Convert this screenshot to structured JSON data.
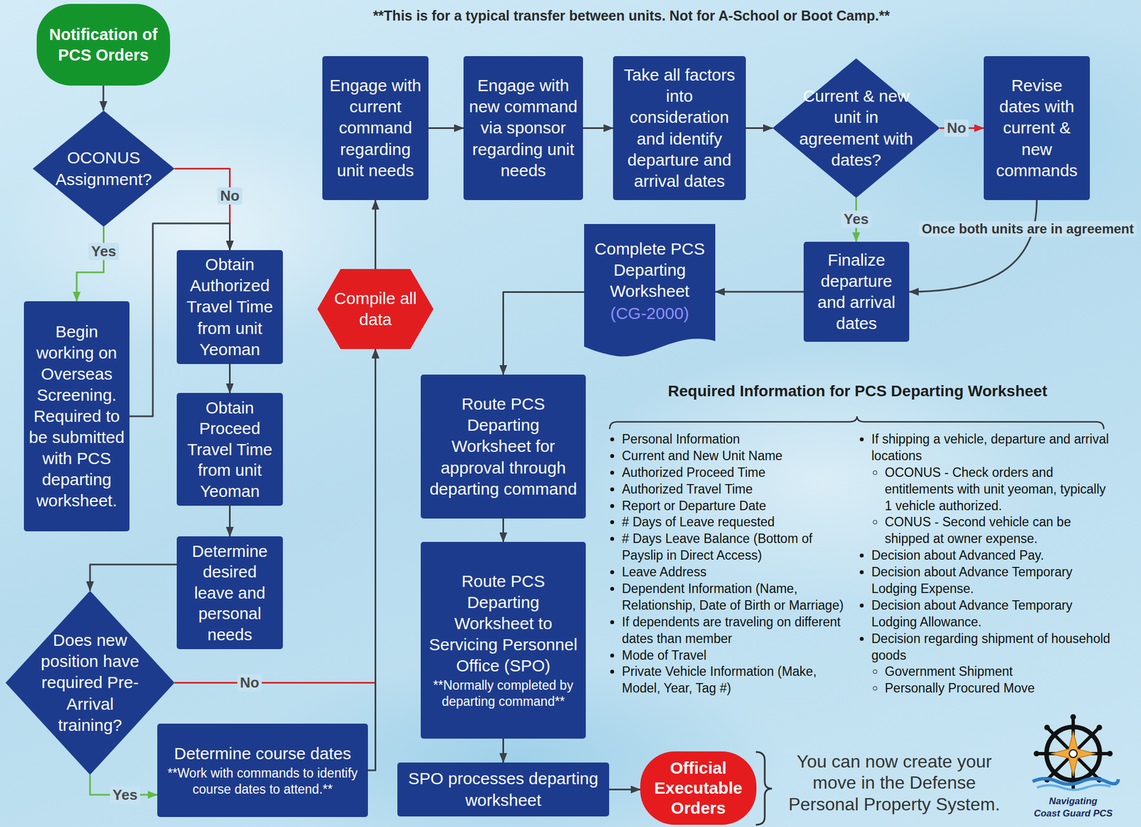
{
  "diagram": {
    "nodes": [
      {
        "text": [
          "Notification of PCS Orders"
        ]
      },
      {
        "text": [
          "OCONUS Assignment?"
        ]
      },
      {
        "text": [
          "Begin working on Overseas Screening. Required to be submitted with PCS departing worksheet."
        ]
      },
      {
        "text": [
          "Obtain Authorized Travel Time from unit Yeoman"
        ]
      },
      {
        "text": [
          "Obtain Proceed Travel Time from unit Yeoman"
        ]
      },
      {
        "text": [
          "Determine desired leave and personal needs"
        ]
      },
      {
        "text": [
          "Does new position have required Pre-Arrival training?"
        ]
      },
      {
        "text": [
          "Determine course dates",
          "**Work with commands to identify course dates to attend.**"
        ]
      },
      {
        "text": [
          "Compile all data"
        ]
      },
      {
        "text": [
          "Engage with current command regarding unit needs"
        ]
      },
      {
        "text": [
          "Engage with new command via sponsor regarding unit needs"
        ]
      },
      {
        "text": [
          "Take all factors into consideration and identify departure and arrival dates"
        ]
      },
      {
        "text": [
          "Current & new unit in agreement with dates?"
        ]
      },
      {
        "text": [
          "Revise dates with current & new commands"
        ]
      },
      {
        "text": [
          "Finalize departure and arrival dates"
        ]
      },
      {
        "text": [
          "Complete PCS Departing Worksheet",
          "(CG-2000)"
        ]
      },
      {
        "text": [
          "Route PCS Departing Worksheet for approval through departing command"
        ]
      },
      {
        "text": [
          "Route PCS Departing Worksheet to Servicing Personnel Office (SPO)",
          "**Normally completed by departing command**"
        ]
      },
      {
        "text": [
          "SPO processes departing worksheet"
        ]
      },
      {
        "text": [
          "Official Executable Orders"
        ]
      }
    ],
    "edges": [
      {
        "from": 0,
        "to": 1,
        "arrow": "to"
      },
      {
        "from": 1,
        "to": 2,
        "label": "Yes",
        "arrow": "to"
      },
      {
        "from": 1,
        "to": 3,
        "label": "No",
        "arrow": "to"
      },
      {
        "from": 2,
        "to": 3,
        "arrow": "to"
      },
      {
        "from": 3,
        "to": 4,
        "arrow": "to"
      },
      {
        "from": 4,
        "to": 5,
        "arrow": "to"
      },
      {
        "from": 5,
        "to": 6,
        "arrow": "to"
      },
      {
        "from": 6,
        "to": 7,
        "label": "Yes",
        "arrow": "to"
      },
      {
        "from": 6,
        "to": 8,
        "label": "No",
        "arrow": "to"
      },
      {
        "from": 7,
        "to": 8,
        "arrow": "to"
      },
      {
        "from": 8,
        "to": 9,
        "arrow": "to"
      },
      {
        "from": 9,
        "to": 10,
        "arrow": "to"
      },
      {
        "from": 10,
        "to": 11,
        "arrow": "to"
      },
      {
        "from": 11,
        "to": 12,
        "arrow": "to"
      },
      {
        "from": 12,
        "to": 13,
        "label": "No",
        "arrow": "to"
      },
      {
        "from": 12,
        "to": 14,
        "label": "Yes",
        "arrow": "to"
      },
      {
        "from": 13,
        "to": 14,
        "label": "Once both units are in agreement",
        "arrow": "to"
      },
      {
        "from": 14,
        "to": 15,
        "arrow": "to"
      },
      {
        "from": 15,
        "to": 16,
        "arrow": "to"
      },
      {
        "from": 16,
        "to": 17,
        "arrow": "to"
      },
      {
        "from": 17,
        "to": 18,
        "arrow": "to"
      },
      {
        "from": 18,
        "to": 19,
        "arrow": "to"
      }
    ],
    "labels": [
      "**This is for a typical transfer between units. Not for A-School or Boot Camp.**",
      "Required Information for PCS Departing Worksheet",
      "Personal Information",
      "Current and New Unit Name",
      "Authorized Proceed Time",
      "Authorized Travel Time",
      "Report or Departure Date",
      "# Days of Leave requested",
      "# Days Leave Balance (Bottom of Payslip in Direct Access)",
      "Leave Address",
      "Dependent Information (Name, Relationship, Date of Birth or Marriage)",
      "If dependents are traveling on different dates than member",
      "Mode of Travel",
      "Private Vehicle Information (Make, Model, Year, Tag #)",
      "If shipping a vehicle, departure and arrival locations",
      "OCONUS - Check orders and entitlements with unit yeoman, typically 1 vehicle authorized.",
      "CONUS - Second vehicle can be shipped at owner expense.",
      "Decision about Advanced Pay.",
      "Decision about Advance Temporary Lodging Expense.",
      "Decision about Advance Temporary Lodging Allowance.",
      "Decision regarding shipment of household goods",
      "Government Shipment",
      "Personally Procured Move",
      "You can now create your move in the Defense Personal Property System.",
      "Navigating",
      "Coast Guard PCS"
    ]
  }
}
